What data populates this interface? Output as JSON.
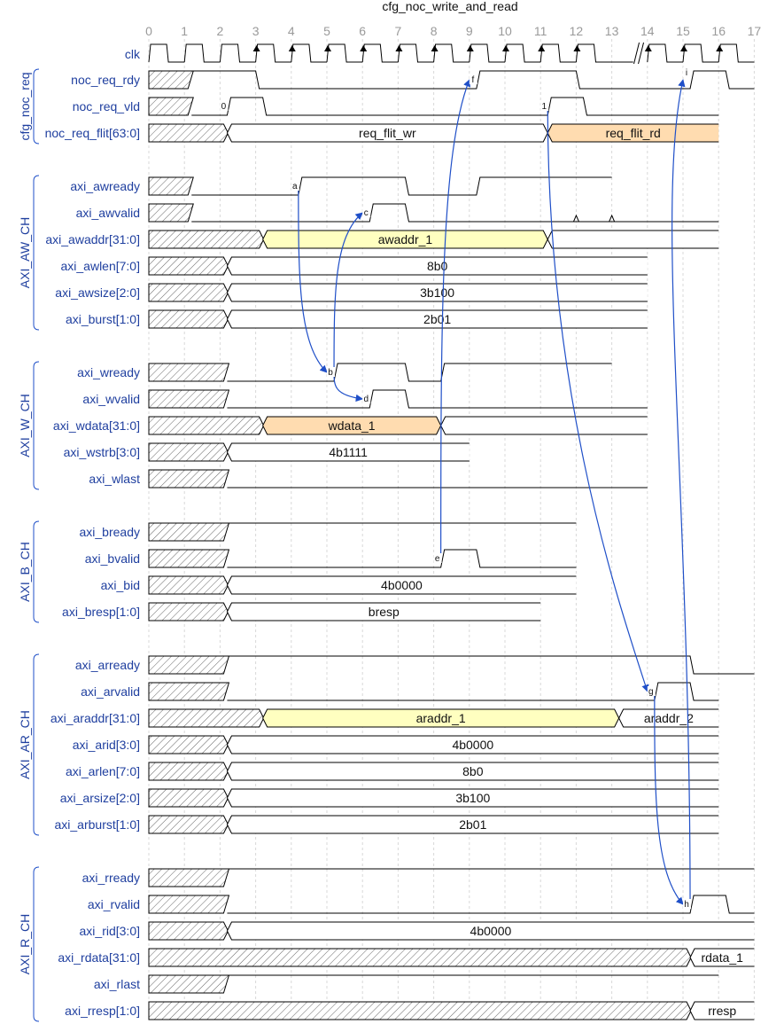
{
  "diagram": {
    "title": "cfg_noc_write_and_read",
    "clock_label": "clk",
    "cycles": [
      "0",
      "1",
      "2",
      "3",
      "4",
      "5",
      "6",
      "7",
      "8",
      "9",
      "10",
      "11",
      "12",
      "13",
      "14",
      "15",
      "16",
      "17"
    ],
    "clock_gap_after": 13,
    "colors": {
      "signal_name": "#1f3f9f",
      "edge_arrow": "#1f4fc8",
      "yellow_bus": "#ffffc0",
      "orange_bus": "#ffdcb0",
      "grid": "#d8d8d8"
    },
    "groups": [
      {
        "name": "cfg_noc_req",
        "signals": [
          {
            "name": "noc_req_rdy",
            "kind": "bit",
            "wave": [
              [
                "x",
                0
              ],
              [
                "1",
                1.2
              ],
              [
                "0",
                3
              ],
              [
                "1",
                9.2
              ],
              [
                "0",
                12
              ],
              [
                "1",
                15.2
              ],
              [
                "0",
                16.2
              ]
            ],
            "end": 17
          },
          {
            "name": "noc_req_vld",
            "kind": "bit",
            "wave": [
              [
                "x",
                0
              ],
              [
                "0",
                1.2
              ],
              [
                "1",
                2.2
              ],
              [
                "0",
                3.2
              ],
              [
                "1",
                11.2
              ],
              [
                "0",
                12.2
              ]
            ],
            "end": 16
          },
          {
            "name": "noc_req_flit[63:0]",
            "kind": "bus",
            "wave": [
              [
                "x",
                0
              ],
              [
                "d",
                2.2
              ],
              [
                "d",
                11.2
              ]
            ],
            "labels": [
              "",
              "req_flit_wr",
              "req_flit_rd"
            ],
            "fills": [
              "",
              "",
              "orange"
            ],
            "end": 16
          }
        ]
      },
      {
        "name": "AXI_AW_CH",
        "signals": [
          {
            "name": "axi_awready",
            "kind": "bit",
            "wave": [
              [
                "x",
                0
              ],
              [
                "0",
                1.2
              ],
              [
                "1",
                4.2
              ],
              [
                "0",
                7.2
              ],
              [
                "1",
                9.2
              ]
            ],
            "end": 13
          },
          {
            "name": "axi_awvalid",
            "kind": "bit",
            "wave": [
              [
                "x",
                0
              ],
              [
                "0",
                1.2
              ],
              [
                "1",
                6.2
              ],
              [
                "0",
                7.2
              ]
            ],
            "glitches": [
              12.2,
              13.2
            ],
            "end": 16
          },
          {
            "name": "axi_awaddr[31:0]",
            "kind": "bus",
            "wave": [
              [
                "x",
                0
              ],
              [
                "d",
                3.2
              ],
              [
                "d",
                11.2
              ]
            ],
            "labels": [
              "",
              "awaddr_1",
              ""
            ],
            "fills": [
              "",
              "yellow",
              ""
            ],
            "end": 16
          },
          {
            "name": "axi_awlen[7:0]",
            "kind": "bus",
            "wave": [
              [
                "x",
                0
              ],
              [
                "d",
                2.2
              ]
            ],
            "labels": [
              "",
              "8b0"
            ],
            "fills": [
              "",
              ""
            ],
            "end": 14
          },
          {
            "name": "axi_awsize[2:0]",
            "kind": "bus",
            "wave": [
              [
                "x",
                0
              ],
              [
                "d",
                2.2
              ]
            ],
            "labels": [
              "",
              "3b100"
            ],
            "fills": [
              "",
              ""
            ],
            "end": 14
          },
          {
            "name": "axi_burst[1:0]",
            "kind": "bus",
            "wave": [
              [
                "x",
                0
              ],
              [
                "d",
                2.2
              ]
            ],
            "labels": [
              "",
              "2b01"
            ],
            "fills": [
              "",
              ""
            ],
            "end": 14
          }
        ]
      },
      {
        "name": "AXI_W_CH",
        "signals": [
          {
            "name": "axi_wready",
            "kind": "bit",
            "wave": [
              [
                "x",
                0
              ],
              [
                "0",
                2.2
              ],
              [
                "1",
                5.2
              ],
              [
                "0",
                7.2
              ],
              [
                "1",
                8.2
              ]
            ],
            "end": 13
          },
          {
            "name": "axi_wvalid",
            "kind": "bit",
            "wave": [
              [
                "x",
                0
              ],
              [
                "0",
                2.2
              ],
              [
                "1",
                6.2
              ],
              [
                "0",
                7.2
              ]
            ],
            "end": 14
          },
          {
            "name": "axi_wdata[31:0]",
            "kind": "bus",
            "wave": [
              [
                "x",
                0
              ],
              [
                "d",
                3.2
              ],
              [
                "d",
                8.2
              ]
            ],
            "labels": [
              "",
              "wdata_1",
              ""
            ],
            "fills": [
              "",
              "orange",
              ""
            ],
            "end": 14
          },
          {
            "name": "axi_wstrb[3:0]",
            "kind": "bus",
            "wave": [
              [
                "x",
                0
              ],
              [
                "d",
                2.2
              ]
            ],
            "labels": [
              "",
              "4b1111"
            ],
            "fills": [
              "",
              ""
            ],
            "end": 9
          },
          {
            "name": "axi_wlast",
            "kind": "bit",
            "wave": [
              [
                "x",
                0
              ],
              [
                "0",
                2.2
              ]
            ],
            "end": 14
          }
        ]
      },
      {
        "name": "AXI_B_CH",
        "signals": [
          {
            "name": "axi_bready",
            "kind": "bit",
            "wave": [
              [
                "x",
                0
              ],
              [
                "1",
                2.2
              ]
            ],
            "end": 12
          },
          {
            "name": "axi_bvalid",
            "kind": "bit",
            "wave": [
              [
                "x",
                0
              ],
              [
                "0",
                2.2
              ],
              [
                "1",
                8.2
              ],
              [
                "0",
                9.2
              ]
            ],
            "end": 12
          },
          {
            "name": "axi_bid",
            "kind": "bus",
            "wave": [
              [
                "x",
                0
              ],
              [
                "d",
                2.2
              ]
            ],
            "labels": [
              "",
              "4b0000"
            ],
            "fills": [
              "",
              ""
            ],
            "end": 12
          },
          {
            "name": "axi_bresp[1:0]",
            "kind": "bus",
            "wave": [
              [
                "x",
                0
              ],
              [
                "d",
                2.2
              ]
            ],
            "labels": [
              "",
              "bresp"
            ],
            "fills": [
              "",
              ""
            ],
            "end": 11
          }
        ]
      },
      {
        "name": "AXI_AR_CH",
        "signals": [
          {
            "name": "axi_arready",
            "kind": "bit",
            "wave": [
              [
                "x",
                0
              ],
              [
                "1",
                2.2
              ],
              [
                "0",
                15.2
              ]
            ],
            "end": 17
          },
          {
            "name": "axi_arvalid",
            "kind": "bit",
            "wave": [
              [
                "x",
                0
              ],
              [
                "0",
                2.2
              ],
              [
                "1",
                14.2
              ],
              [
                "0",
                15.2
              ]
            ],
            "end": 16
          },
          {
            "name": "axi_araddr[31:0]",
            "kind": "bus",
            "wave": [
              [
                "x",
                0
              ],
              [
                "d",
                3.2
              ],
              [
                "d",
                13.2
              ]
            ],
            "labels": [
              "",
              "araddr_1",
              "araddr_2"
            ],
            "fills": [
              "",
              "yellow",
              ""
            ],
            "end": 16
          },
          {
            "name": "axi_arid[3:0]",
            "kind": "bus",
            "wave": [
              [
                "x",
                0
              ],
              [
                "d",
                2.2
              ]
            ],
            "labels": [
              "",
              "4b0000"
            ],
            "fills": [
              "",
              ""
            ],
            "end": 16
          },
          {
            "name": "axi_arlen[7:0]",
            "kind": "bus",
            "wave": [
              [
                "x",
                0
              ],
              [
                "d",
                2.2
              ]
            ],
            "labels": [
              "",
              "8b0"
            ],
            "fills": [
              "",
              ""
            ],
            "end": 16
          },
          {
            "name": "axi_arsize[2:0]",
            "kind": "bus",
            "wave": [
              [
                "x",
                0
              ],
              [
                "d",
                2.2
              ]
            ],
            "labels": [
              "",
              "3b100"
            ],
            "fills": [
              "",
              ""
            ],
            "end": 16
          },
          {
            "name": "axi_arburst[1:0]",
            "kind": "bus",
            "wave": [
              [
                "x",
                0
              ],
              [
                "d",
                2.2
              ]
            ],
            "labels": [
              "",
              "2b01"
            ],
            "fills": [
              "",
              ""
            ],
            "end": 16
          }
        ]
      },
      {
        "name": "AXI_R_CH",
        "signals": [
          {
            "name": "axi_rready",
            "kind": "bit",
            "wave": [
              [
                "x",
                0
              ],
              [
                "1",
                2.2
              ]
            ],
            "end": 17
          },
          {
            "name": "axi_rvalid",
            "kind": "bit",
            "wave": [
              [
                "x",
                0
              ],
              [
                "0",
                2.2
              ],
              [
                "1",
                15.2
              ],
              [
                "0",
                16.2
              ]
            ],
            "end": 17
          },
          {
            "name": "axi_rid[3:0]",
            "kind": "bus",
            "wave": [
              [
                "x",
                0
              ],
              [
                "d",
                2.2
              ]
            ],
            "labels": [
              "",
              "4b0000"
            ],
            "fills": [
              "",
              ""
            ],
            "end": 17
          },
          {
            "name": "axi_rdata[31:0]",
            "kind": "bus",
            "wave": [
              [
                "x",
                0
              ],
              [
                "d",
                15.2
              ]
            ],
            "labels": [
              "",
              "rdata_1"
            ],
            "fills": [
              "",
              ""
            ],
            "end": 17
          },
          {
            "name": "axi_rlast",
            "kind": "bit",
            "wave": [
              [
                "x",
                0
              ],
              [
                "1",
                2.2
              ]
            ],
            "end": 16
          },
          {
            "name": "axi_rresp[1:0]",
            "kind": "bus",
            "wave": [
              [
                "x",
                0
              ],
              [
                "d",
                15.2
              ]
            ],
            "labels": [
              "",
              "rresp"
            ],
            "fills": [
              "",
              ""
            ],
            "end": 17
          }
        ]
      }
    ],
    "events": [
      {
        "label": "0",
        "signal": "noc_req_vld",
        "t": 2.2
      },
      {
        "label": "1",
        "signal": "noc_req_vld",
        "t": 11.2
      },
      {
        "label": "a",
        "signal": "axi_awready",
        "t": 4.2
      },
      {
        "label": "b",
        "signal": "axi_wready",
        "t": 5.2
      },
      {
        "label": "c",
        "signal": "axi_awvalid",
        "t": 6.2
      },
      {
        "label": "d",
        "signal": "axi_wvalid",
        "t": 6.2
      },
      {
        "label": "e",
        "signal": "axi_bvalid",
        "t": 8.2
      },
      {
        "label": "f",
        "signal": "noc_req_rdy",
        "t": 9.2
      },
      {
        "label": "g",
        "signal": "axi_arvalid",
        "t": 14.2
      },
      {
        "label": "h",
        "signal": "axi_rvalid",
        "t": 15.2
      },
      {
        "label": "i",
        "signal": "noc_req_rdy",
        "t": 15.2
      }
    ],
    "arrows": [
      [
        "a",
        "b"
      ],
      [
        "b",
        "c"
      ],
      [
        "b",
        "d"
      ],
      [
        "e",
        "f"
      ],
      [
        "1",
        "g"
      ],
      [
        "g",
        "h"
      ],
      [
        "h",
        "i"
      ]
    ]
  }
}
